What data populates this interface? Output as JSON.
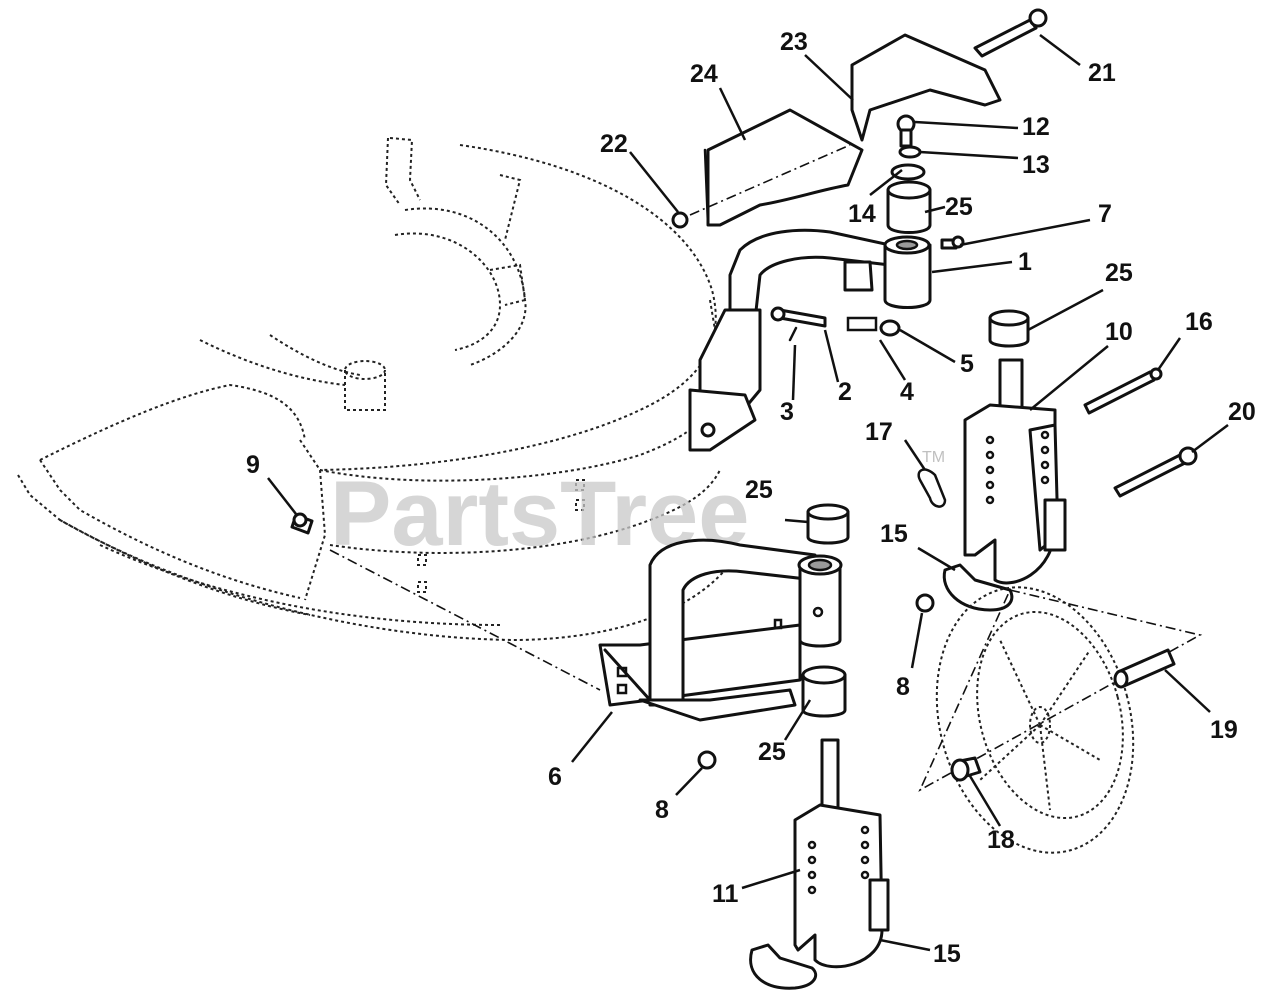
{
  "watermark": {
    "text": "PartsTree",
    "trademark": "TM"
  },
  "callouts": {
    "c1": "1",
    "c2": "2",
    "c3": "3",
    "c4": "4",
    "c5": "5",
    "c6": "6",
    "c7": "7",
    "c8a": "8",
    "c8b": "8",
    "c9": "9",
    "c10": "10",
    "c11": "11",
    "c12": "12",
    "c13": "13",
    "c14": "14",
    "c15a": "15",
    "c15b": "15",
    "c16": "16",
    "c17": "17",
    "c18": "18",
    "c19": "19",
    "c20": "20",
    "c21": "21",
    "c22": "22",
    "c23": "23",
    "c24": "24",
    "c25a": "25",
    "c25b": "25",
    "c25c": "25",
    "c25d": "25"
  },
  "colors": {
    "ink": "#111111",
    "watermark": "#c9c9c9",
    "background": "#ffffff"
  }
}
